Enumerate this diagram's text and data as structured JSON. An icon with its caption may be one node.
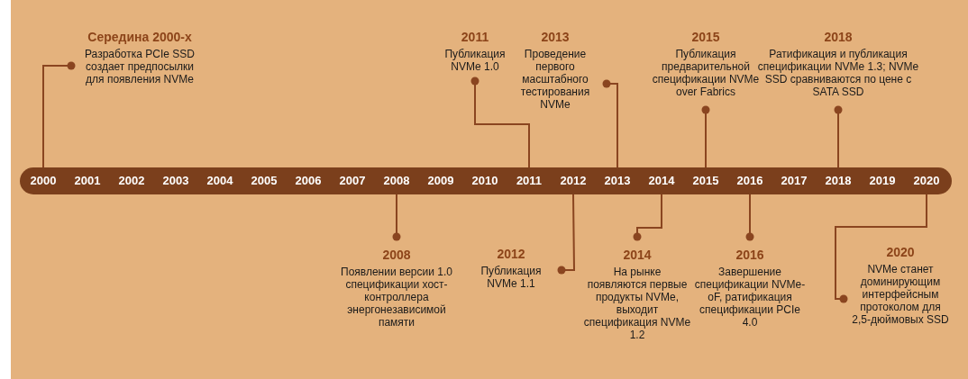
{
  "diagram": {
    "nodes": [
      {
        "text": [],
        "shape": "bar"
      },
      {
        "text": [
          "2000"
        ],
        "in": 0
      },
      {
        "text": [
          "2001"
        ],
        "in": 0
      },
      {
        "text": [
          "2002"
        ],
        "in": 0
      },
      {
        "text": [
          "2003"
        ],
        "in": 0
      },
      {
        "text": [
          "2004"
        ],
        "in": 0
      },
      {
        "text": [
          "2005"
        ],
        "in": 0
      },
      {
        "text": [
          "2006"
        ],
        "in": 0
      },
      {
        "text": [
          "2007"
        ],
        "in": 0
      },
      {
        "text": [
          "2008"
        ],
        "in": 0
      },
      {
        "text": [
          "2009"
        ],
        "in": 0
      },
      {
        "text": [
          "2010"
        ],
        "in": 0
      },
      {
        "text": [
          "2011"
        ],
        "in": 0
      },
      {
        "text": [
          "2012"
        ],
        "in": 0
      },
      {
        "text": [
          "2013"
        ],
        "in": 0
      },
      {
        "text": [
          "2014"
        ],
        "in": 0
      },
      {
        "text": [
          "2015"
        ],
        "in": 0
      },
      {
        "text": [
          "2016"
        ],
        "in": 0
      },
      {
        "text": [
          "2017"
        ],
        "in": 0
      },
      {
        "text": [
          "2018"
        ],
        "in": 0
      },
      {
        "text": [
          "2019"
        ],
        "in": 0
      },
      {
        "text": [
          "2020"
        ],
        "in": 0
      },
      {
        "text": [
          "Середина 2000-х",
          "Разработка PCIe SSD создает предпосылки для появления NVMe"
        ]
      },
      {
        "text": [
          "2011",
          "Публикация NVMe 1.0"
        ]
      },
      {
        "text": [
          "2013",
          "Проведение первого масштабного тестирования NVMe"
        ]
      },
      {
        "text": [
          "2015",
          "Публикация предварительной спецификации NVMe over Fabrics"
        ]
      },
      {
        "text": [
          "2018",
          "Ратификация и публикация спецификации NVMe 1.3; NVMe SSD сравниваются по цене с SATA SSD"
        ]
      },
      {
        "text": [
          "2008",
          "Появлении версии 1.0 спецификации хост-контроллера энергонезависимой памяти"
        ]
      },
      {
        "text": [
          "2012",
          "Публикация NVMe 1.1"
        ]
      },
      {
        "text": [
          "2014",
          "На рынке появляются первые продукты NVMe, выходит спецификация NVMe 1.2"
        ]
      },
      {
        "text": [
          "2016",
          "Завершение спецификации NVMe-oF, ратификация спецификации PCIe 4.0"
        ]
      },
      {
        "text": [
          "2020",
          "NVMe станет доминирующим интерфейсным протоколом для 2,5-дюймовых SSD"
        ]
      }
    ],
    "edges": [
      {
        "from": 22,
        "to": 1,
        "arrow": "other"
      },
      {
        "from": 23,
        "to": 12,
        "arrow": "other"
      },
      {
        "from": 24,
        "to": 14,
        "arrow": "other"
      },
      {
        "from": 25,
        "to": 16,
        "arrow": "other"
      },
      {
        "from": 26,
        "to": 19,
        "arrow": "other"
      },
      {
        "from": 27,
        "to": 9,
        "arrow": "other"
      },
      {
        "from": 28,
        "to": 13,
        "arrow": "other"
      },
      {
        "from": 29,
        "to": 15,
        "arrow": "other"
      },
      {
        "from": 30,
        "to": 17,
        "arrow": "other"
      },
      {
        "from": 31,
        "to": 21,
        "arrow": "other"
      }
    ]
  }
}
